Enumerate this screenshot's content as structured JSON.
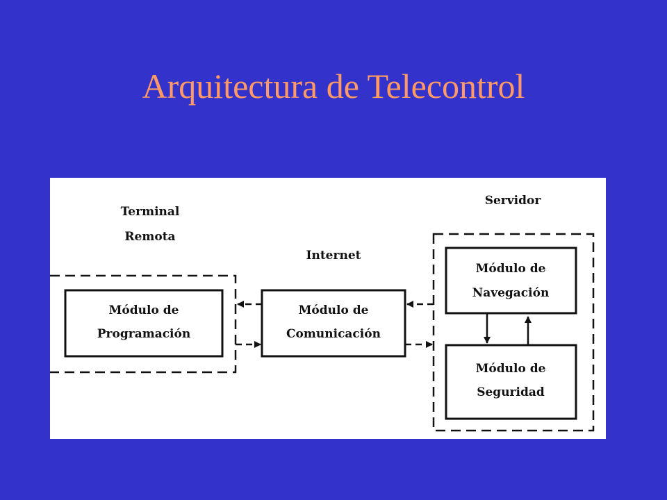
{
  "slide": {
    "title": "Arquitectura de Telecontrol",
    "background_color": "#3333CC",
    "title_color": "#FF9966"
  },
  "diagram": {
    "groups": {
      "terminal": {
        "label_line1": "Terminal",
        "label_line2": "Remota"
      },
      "internet": {
        "label": "Internet"
      },
      "servidor": {
        "label": "Servidor"
      }
    },
    "modules": {
      "programacion": {
        "line1": "Módulo de",
        "line2": "Programación"
      },
      "comunicacion": {
        "line1": "Módulo de",
        "line2": "Comunicación"
      },
      "navegacion": {
        "line1": "Módulo de",
        "line2": "Navegación"
      },
      "seguridad": {
        "line1": "Módulo de",
        "line2": "Seguridad"
      }
    }
  }
}
